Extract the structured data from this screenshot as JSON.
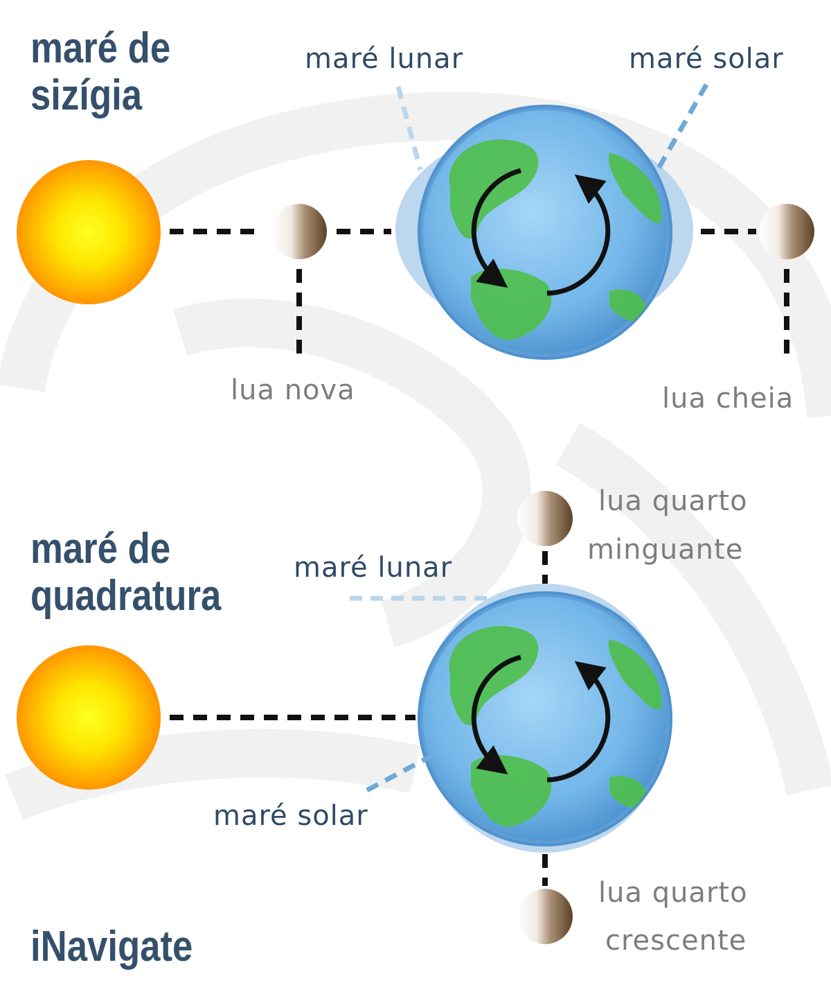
{
  "sizigia": {
    "title_line1": "maré de",
    "title_line2": "sizígia",
    "label_lunar": "maré lunar",
    "label_solar": "maré solar",
    "label_new_moon": "lua nova",
    "label_full_moon": "lua cheia"
  },
  "quadratura": {
    "title_line1": "maré de",
    "title_line2": "quadratura",
    "label_lunar": "maré lunar",
    "label_solar": "maré solar",
    "label_waning_line1": "lua quarto",
    "label_waning_line2": "minguante",
    "label_waxing_line1": "lua quarto",
    "label_waxing_line2": "crescente"
  },
  "brand": "iNavigate",
  "colors": {
    "title": "#35506b",
    "label_dark": "#2f4a66",
    "label_grey": "#7d7d7d",
    "tide_lunar_line": "#b9d6ec",
    "tide_solar_line": "#6ea8d6",
    "sun_core": "#ffff00",
    "sun_edge": "#ff9a00",
    "ocean": "#6fb3e6",
    "land": "#4fbf4a",
    "moon_dark": "#5c4126"
  },
  "icons": [
    "sun-icon",
    "moon-icon",
    "earth-icon",
    "rotation-arrow-icon"
  ]
}
